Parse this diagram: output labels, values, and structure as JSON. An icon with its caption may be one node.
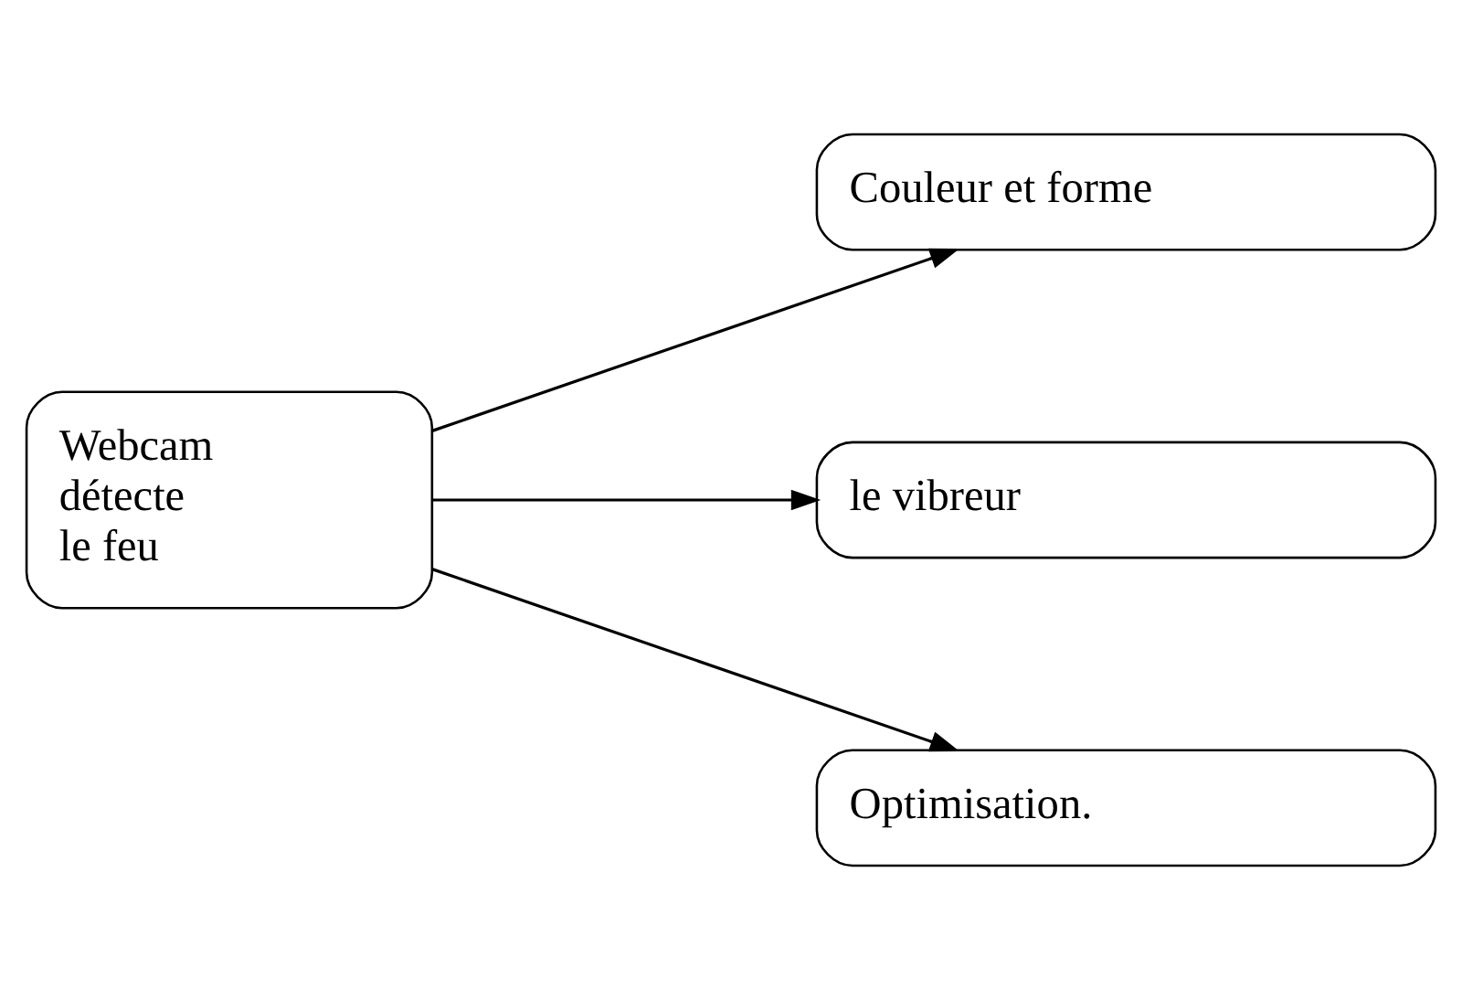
{
  "diagram": {
    "nodes": [
      {
        "text": [
          "Webcam détecte le feu"
        ]
      },
      {
        "text": [
          "Couleur et forme"
        ]
      },
      {
        "text": [
          "le vibreur"
        ]
      },
      {
        "text": [
          "Optimisation."
        ]
      }
    ],
    "edges": [
      {
        "from": 0,
        "to": 1,
        "arrow": "to"
      },
      {
        "from": 0,
        "to": 2,
        "arrow": "to"
      },
      {
        "from": 0,
        "to": 3,
        "arrow": "to"
      }
    ]
  }
}
